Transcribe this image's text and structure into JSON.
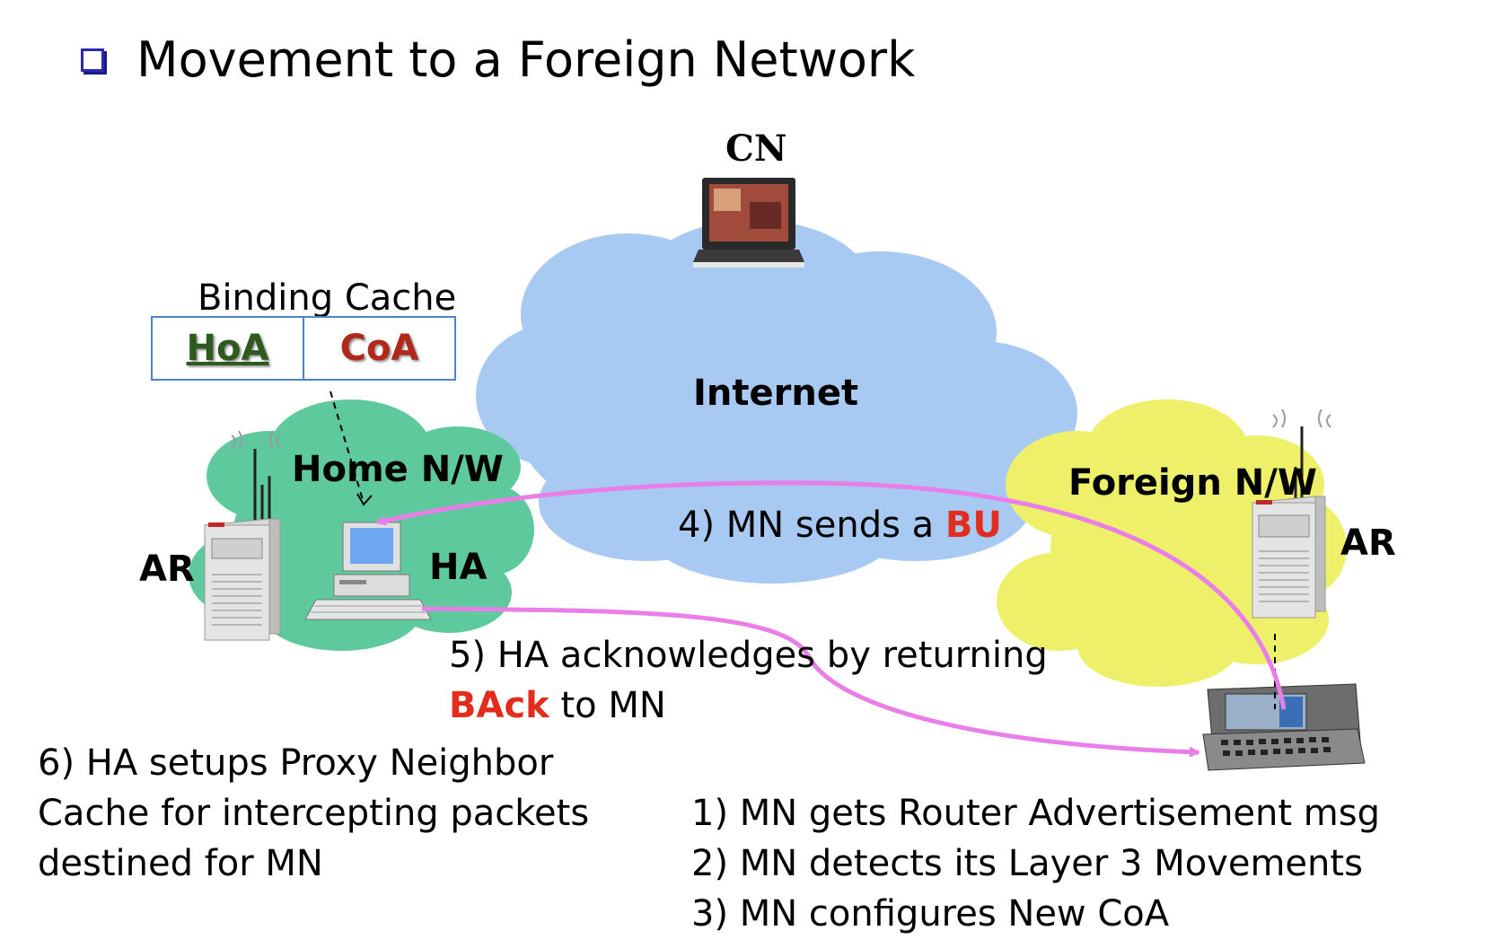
{
  "title": "Movement to a Foreign Network",
  "nodes": {
    "cn": "CN",
    "internet": "Internet",
    "home_nw": "Home N/W",
    "foreign_nw": "Foreign N/W",
    "ar_home": "AR",
    "ha": "HA",
    "ar_foreign": "AR"
  },
  "binding_cache": {
    "label": "Binding Cache",
    "col1": "HoA",
    "col2": "CoA"
  },
  "steps": {
    "step4_prefix": "4) MN sends a ",
    "step4_highlight": "BU",
    "step5_line1": "5) HA acknowledges by returning",
    "step5_highlight": "BAck",
    "step5_suffix": " to MN",
    "step6_line1": "6) HA setups Proxy Neighbor",
    "step6_line2": "Cache for intercepting packets",
    "step6_line3": "destined for MN",
    "step1": "1) MN gets Router Advertisement msg",
    "step2": "2) MN detects its Layer 3 Movements",
    "step3": "3) MN configures New CoA"
  },
  "colors": {
    "internet_cloud": "#a7c9f2",
    "home_cloud": "#5ec99d",
    "foreign_cloud": "#eef06a",
    "arrow": "#e97ee9",
    "highlight_red": "#e22d1e",
    "bullet": "#2828b4"
  }
}
